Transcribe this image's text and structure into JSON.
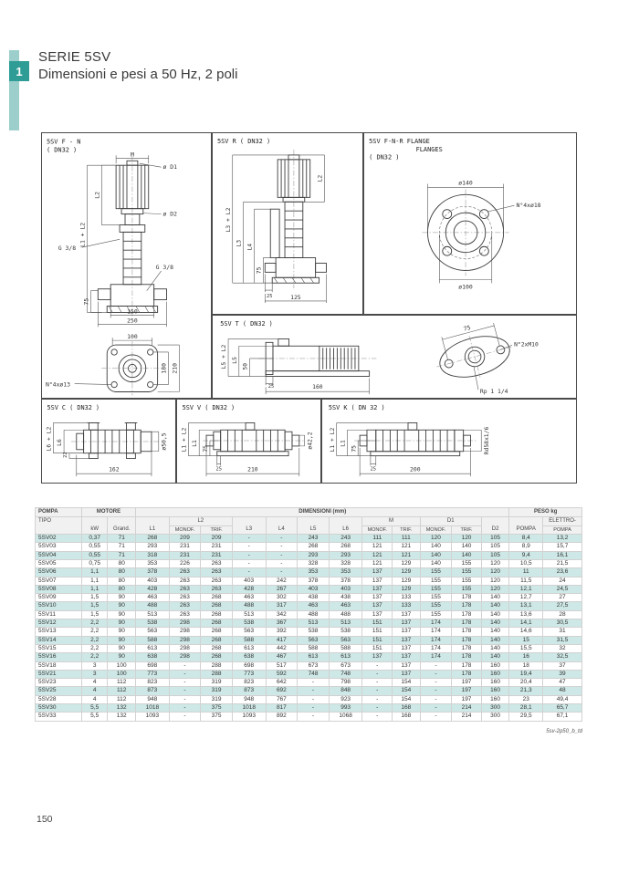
{
  "page": {
    "section_number": "1",
    "title": "SERIE 5SV",
    "subtitle": "Dimensioni e pesi a 50 Hz, 2 poli",
    "page_number": "150",
    "doc_code": "5sv-2p50_b_td"
  },
  "drawings": {
    "fn": {
      "title": "5SV F - N",
      "subtitle": "( DN32 )",
      "labels": {
        "m": "M",
        "d1": "ø D1",
        "d2": "ø D2",
        "l2": "L2",
        "l1l2": "L1 + L2",
        "g38_left": "G 3/8",
        "g38_right": "G 3/8",
        "h75": "75",
        "w150": "150",
        "w250": "250",
        "w100": "100",
        "h180": "180",
        "h210": "210",
        "holes": "N°4xø13"
      }
    },
    "r": {
      "title": "5SV R ( DN32 )",
      "labels": {
        "l2": "L2",
        "l3l2": "L3 + L2",
        "l3": "L3",
        "l4": "L4",
        "h75": "75",
        "h25": "25",
        "w125": "125"
      }
    },
    "flange": {
      "title_line1": "5SV F-N-R FLANGE",
      "title_line2": "FLANGES",
      "subtitle": "( DN32 )",
      "labels": {
        "d140": "ø140",
        "holes": "N°4xø18",
        "d100": "ø100"
      }
    },
    "t": {
      "title": "5SV T ( DN32 )",
      "labels": {
        "l5l2": "L5 + L2",
        "l5": "L5",
        "h50": "50",
        "h25": "25",
        "w160": "160",
        "w75": "75",
        "holes": "N°2xM10",
        "rp": "Rp 1 1/4"
      }
    },
    "c": {
      "title": "5SV C ( DN32 )",
      "labels": {
        "l6l2": "L6 + L2",
        "l6": "L6",
        "h22": "22",
        "w162": "162",
        "d505": "ø50,5"
      }
    },
    "v": {
      "title": "5SV V ( DN32 )",
      "labels": {
        "l1l2": "L1 + L2",
        "l1": "L1",
        "h75": "75",
        "h25": "25",
        "w210": "210",
        "d": "ø42,2"
      }
    },
    "k": {
      "title": "5SV K ( DN 32 )",
      "labels": {
        "l1l2": "L1 + L2",
        "l1": "L1",
        "h75": "75",
        "h25": "25",
        "w200": "200",
        "d": "Rd58x1/6"
      }
    }
  },
  "table": {
    "headers": {
      "pompa": "POMPA",
      "tipo": "TIPO",
      "motore": "MOTORE",
      "dimensioni": "DIMENSIONI (mm)",
      "peso": "PESO kg",
      "kw": "kW",
      "grand": "Grand.",
      "l1": "L1",
      "l2": "L2",
      "l3": "L3",
      "l4": "L4",
      "l5": "L5",
      "l6": "L6",
      "m": "M",
      "d1": "D1",
      "d2": "D2",
      "monof": "MONOF.",
      "trif": "TRIF.",
      "pompa_col": "POMPA",
      "elettro": "ELETTRO-",
      "elettro_pompa": "POMPA"
    },
    "rows": [
      [
        "5SV02",
        "0,37",
        "71",
        "268",
        "209",
        "209",
        "-",
        "-",
        "243",
        "243",
        "111",
        "111",
        "120",
        "120",
        "105",
        "8,4",
        "13,2"
      ],
      [
        "5SV03",
        "0,55",
        "71",
        "293",
        "231",
        "231",
        "-",
        "-",
        "268",
        "268",
        "121",
        "121",
        "140",
        "140",
        "105",
        "8,9",
        "15,7"
      ],
      [
        "5SV04",
        "0,55",
        "71",
        "318",
        "231",
        "231",
        "-",
        "-",
        "293",
        "293",
        "121",
        "121",
        "140",
        "140",
        "105",
        "9,4",
        "16,1"
      ],
      [
        "5SV05",
        "0,75",
        "80",
        "353",
        "226",
        "263",
        "-",
        "-",
        "328",
        "328",
        "121",
        "129",
        "140",
        "155",
        "120",
        "10,5",
        "21,5"
      ],
      [
        "5SV06",
        "1,1",
        "80",
        "378",
        "263",
        "263",
        "-",
        "-",
        "353",
        "353",
        "137",
        "129",
        "155",
        "155",
        "120",
        "11",
        "23,6"
      ],
      [
        "5SV07",
        "1,1",
        "80",
        "403",
        "263",
        "263",
        "403",
        "242",
        "378",
        "378",
        "137",
        "129",
        "155",
        "155",
        "120",
        "11,5",
        "24"
      ],
      [
        "5SV08",
        "1,1",
        "80",
        "428",
        "263",
        "263",
        "428",
        "267",
        "403",
        "403",
        "137",
        "129",
        "155",
        "155",
        "120",
        "12,1",
        "24,5"
      ],
      [
        "5SV09",
        "1,5",
        "90",
        "463",
        "263",
        "268",
        "463",
        "302",
        "438",
        "438",
        "137",
        "133",
        "155",
        "178",
        "140",
        "12,7",
        "27"
      ],
      [
        "5SV10",
        "1,5",
        "90",
        "488",
        "263",
        "268",
        "488",
        "317",
        "463",
        "463",
        "137",
        "133",
        "155",
        "178",
        "140",
        "13,1",
        "27,5"
      ],
      [
        "5SV11",
        "1,5",
        "90",
        "513",
        "263",
        "268",
        "513",
        "342",
        "488",
        "488",
        "137",
        "137",
        "155",
        "178",
        "140",
        "13,6",
        "28"
      ],
      [
        "5SV12",
        "2,2",
        "90",
        "538",
        "298",
        "268",
        "538",
        "367",
        "513",
        "513",
        "151",
        "137",
        "174",
        "178",
        "140",
        "14,1",
        "30,5"
      ],
      [
        "5SV13",
        "2,2",
        "90",
        "563",
        "298",
        "268",
        "563",
        "392",
        "538",
        "538",
        "151",
        "137",
        "174",
        "178",
        "140",
        "14,6",
        "31"
      ],
      [
        "5SV14",
        "2,2",
        "90",
        "588",
        "298",
        "268",
        "588",
        "417",
        "563",
        "563",
        "151",
        "137",
        "174",
        "178",
        "140",
        "15",
        "31,5"
      ],
      [
        "5SV15",
        "2,2",
        "90",
        "613",
        "298",
        "268",
        "613",
        "442",
        "588",
        "588",
        "151",
        "137",
        "174",
        "178",
        "140",
        "15,5",
        "32"
      ],
      [
        "5SV16",
        "2,2",
        "90",
        "638",
        "298",
        "268",
        "638",
        "467",
        "613",
        "613",
        "137",
        "137",
        "174",
        "178",
        "140",
        "16",
        "32,5"
      ],
      [
        "5SV18",
        "3",
        "100",
        "698",
        "-",
        "288",
        "698",
        "517",
        "673",
        "673",
        "-",
        "137",
        "-",
        "178",
        "160",
        "18",
        "37"
      ],
      [
        "5SV21",
        "3",
        "100",
        "773",
        "-",
        "288",
        "773",
        "592",
        "748",
        "748",
        "-",
        "137",
        "-",
        "178",
        "160",
        "19,4",
        "39"
      ],
      [
        "5SV23",
        "4",
        "112",
        "823",
        "-",
        "319",
        "823",
        "642",
        "-",
        "798",
        "-",
        "154",
        "-",
        "197",
        "160",
        "20,4",
        "47"
      ],
      [
        "5SV25",
        "4",
        "112",
        "873",
        "-",
        "319",
        "873",
        "692",
        "-",
        "848",
        "-",
        "154",
        "-",
        "197",
        "160",
        "21,3",
        "48"
      ],
      [
        "5SV28",
        "4",
        "112",
        "948",
        "-",
        "319",
        "948",
        "767",
        "-",
        "923",
        "-",
        "154",
        "-",
        "197",
        "160",
        "23",
        "49,4"
      ],
      [
        "5SV30",
        "5,5",
        "132",
        "1018",
        "-",
        "375",
        "1018",
        "817",
        "-",
        "993",
        "-",
        "168",
        "-",
        "214",
        "300",
        "28,1",
        "65,7"
      ],
      [
        "5SV33",
        "5,5",
        "132",
        "1093",
        "-",
        "375",
        "1093",
        "892",
        "-",
        "1068",
        "-",
        "168",
        "-",
        "214",
        "300",
        "29,5",
        "67,1"
      ]
    ]
  }
}
